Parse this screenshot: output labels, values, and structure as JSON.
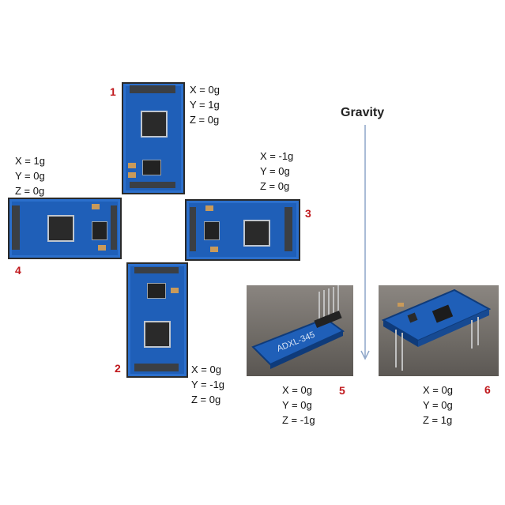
{
  "title": "Gravity",
  "boards": [
    {
      "num": "1",
      "x": "X = 0g",
      "y": "Y = 1g",
      "z": "Z = 0g"
    },
    {
      "num": "2",
      "x": "X = 0g",
      "y": "Y = -1g",
      "z": "Z = 0g"
    },
    {
      "num": "3",
      "x": "X = -1g",
      "y": "Y = 0g",
      "z": "Z = 0g"
    },
    {
      "num": "4",
      "x": "X = 1g",
      "y": "Y = 0g",
      "z": "Z = 0g"
    },
    {
      "num": "5",
      "x": "X = 0g",
      "y": "Y = 0g",
      "z": "Z = -1g"
    },
    {
      "num": "6",
      "x": "X = 0g",
      "y": "Y = 0g",
      "z": "Z = 1g"
    }
  ],
  "board_label": "ADXL-345",
  "colors": {
    "pcb": "#1f5fb8",
    "number": "#c0181c",
    "arrow": "#8ea6c8"
  }
}
